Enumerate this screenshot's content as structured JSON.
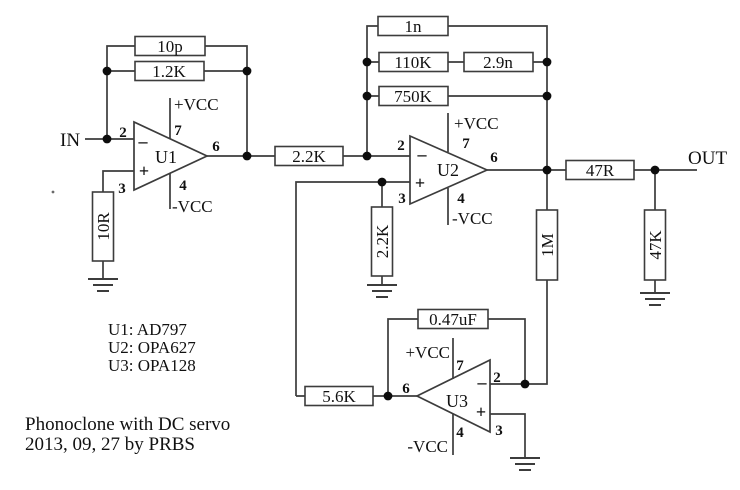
{
  "diagram": {
    "io": {
      "in": "IN",
      "out": "OUT"
    },
    "power": {
      "pos": "+VCC",
      "neg": "-VCC"
    },
    "pins": {
      "inv": "2",
      "noninv": "3",
      "vpos": "7",
      "vneg": "4",
      "out": "6"
    },
    "symbols": {
      "minus": "–",
      "plus": "+"
    },
    "opamps": {
      "u1": {
        "name": "U1"
      },
      "u2": {
        "name": "U2"
      },
      "u3": {
        "name": "U3"
      }
    },
    "components": {
      "u1_fb_cap": "10p",
      "u1_fb_res": "1.2K",
      "u1_gnd_res": "10R",
      "interstage_res": "2.2K",
      "u2_gnd_res": "2.2K",
      "riaa_cap1": "1n",
      "riaa_res1": "110K",
      "riaa_cap2": "2.9n",
      "riaa_res2": "750K",
      "output_res": "47R",
      "servo_in_res": "1M",
      "output_load_res": "47K",
      "servo_cap": "0.47uF",
      "servo_out_res": "5.6K"
    },
    "notes": {
      "u1_line": "U1: AD797",
      "u2_line": "U2: OPA627",
      "u3_line": "U3: OPA128",
      "caption1": "Phonoclone with DC servo",
      "caption2": "2013, 09, 27 by PRBS"
    }
  }
}
